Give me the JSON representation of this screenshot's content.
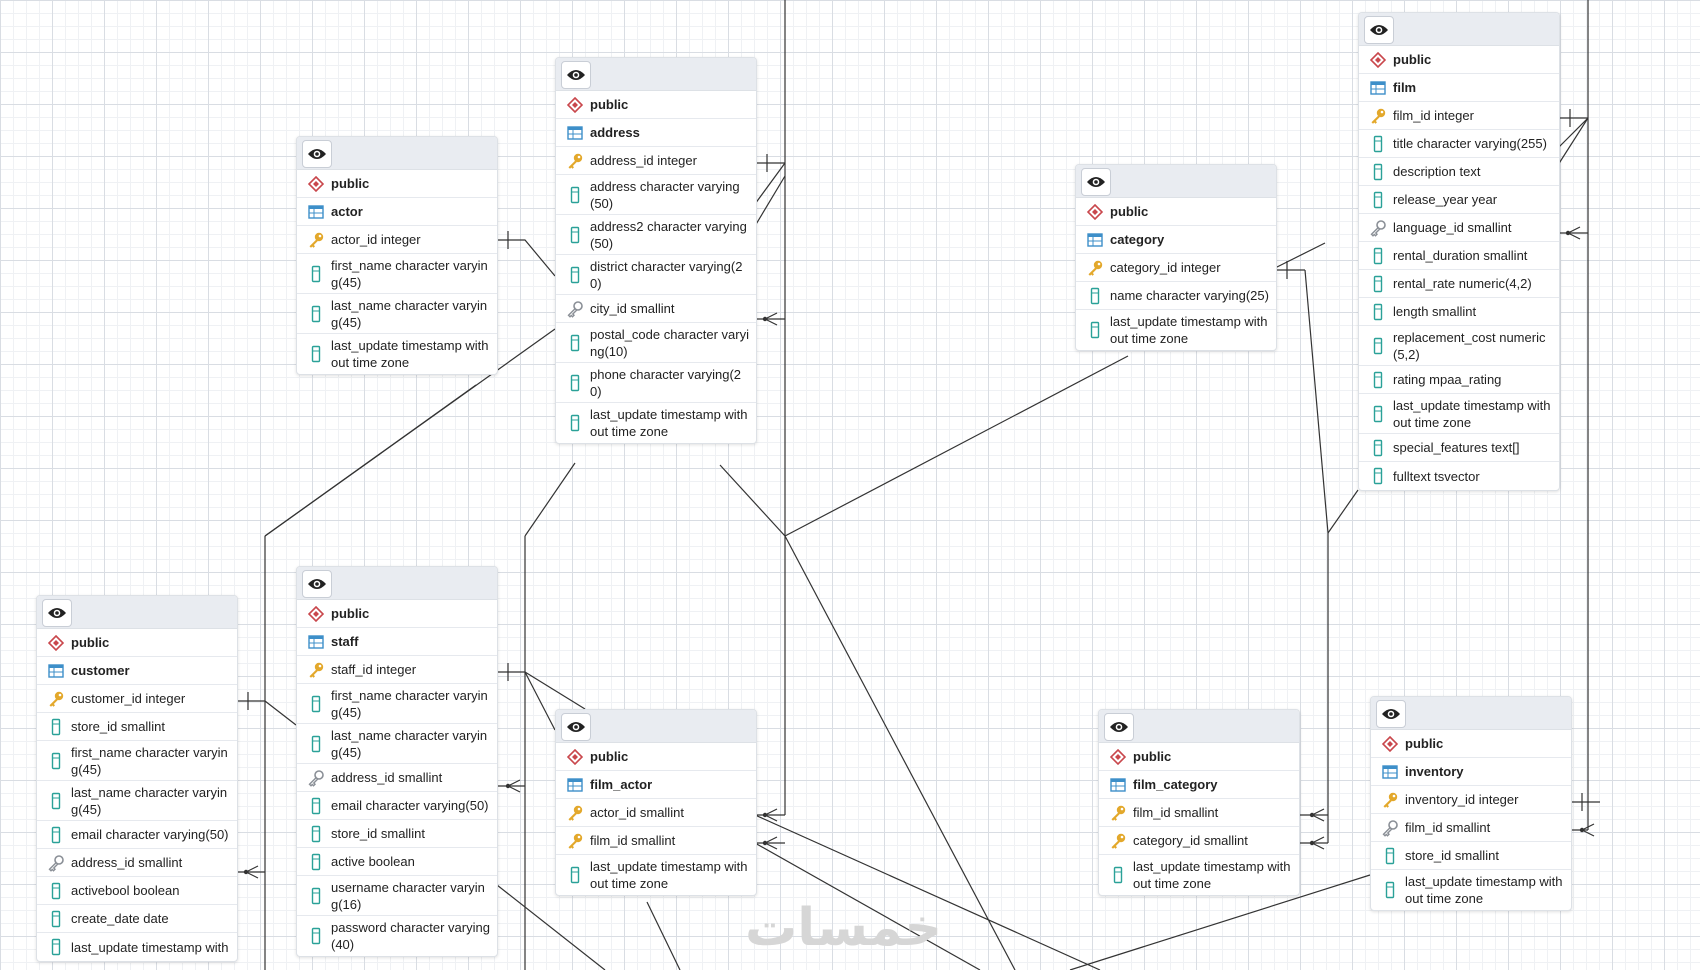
{
  "colors": {
    "line": "#333333",
    "schema": "#c9474c",
    "table": "#3d8fc9",
    "key": "#e3a82b",
    "fk": "#8a8f96",
    "column": "#2aa198"
  },
  "watermark": "خمسات",
  "tables": [
    {
      "id": "actor",
      "schema": "public",
      "name": "actor",
      "columns": [
        {
          "type": "pk",
          "text": "actor_id integer"
        },
        {
          "type": "col",
          "text": "first_name character varying(45)"
        },
        {
          "type": "col",
          "text": "last_name character varying(45)"
        },
        {
          "type": "col",
          "text": "last_update timestamp without time zone"
        }
      ]
    },
    {
      "id": "address",
      "schema": "public",
      "name": "address",
      "columns": [
        {
          "type": "pk",
          "text": "address_id integer"
        },
        {
          "type": "col",
          "text": "address character varying(50)"
        },
        {
          "type": "col",
          "text": "address2 character varying(50)"
        },
        {
          "type": "col",
          "text": "district character varying(20)"
        },
        {
          "type": "fk",
          "text": "city_id smallint"
        },
        {
          "type": "col",
          "text": "postal_code character varying(10)"
        },
        {
          "type": "col",
          "text": "phone character varying(20)"
        },
        {
          "type": "col",
          "text": "last_update timestamp without time zone"
        }
      ]
    },
    {
      "id": "category",
      "schema": "public",
      "name": "category",
      "columns": [
        {
          "type": "pk",
          "text": "category_id integer"
        },
        {
          "type": "col",
          "text": "name character varying(25)"
        },
        {
          "type": "col",
          "text": "last_update timestamp without time zone"
        }
      ]
    },
    {
      "id": "film",
      "schema": "public",
      "name": "film",
      "columns": [
        {
          "type": "pk",
          "text": "film_id integer"
        },
        {
          "type": "col",
          "text": "title character varying(255)"
        },
        {
          "type": "col",
          "text": "description text"
        },
        {
          "type": "col",
          "text": "release_year year"
        },
        {
          "type": "fk",
          "text": "language_id smallint"
        },
        {
          "type": "col",
          "text": "rental_duration smallint"
        },
        {
          "type": "col",
          "text": "rental_rate numeric(4,2)"
        },
        {
          "type": "col",
          "text": "length smallint"
        },
        {
          "type": "col",
          "text": "replacement_cost numeric(5,2)"
        },
        {
          "type": "col",
          "text": "rating mpaa_rating"
        },
        {
          "type": "col",
          "text": "last_update timestamp without time zone"
        },
        {
          "type": "col",
          "text": "special_features text[]"
        },
        {
          "type": "col",
          "text": "fulltext tsvector"
        }
      ]
    },
    {
      "id": "customer",
      "schema": "public",
      "name": "customer",
      "columns": [
        {
          "type": "pk",
          "text": "customer_id integer"
        },
        {
          "type": "col",
          "text": "store_id smallint"
        },
        {
          "type": "col",
          "text": "first_name character varying(45)"
        },
        {
          "type": "col",
          "text": "last_name character varying(45)"
        },
        {
          "type": "col",
          "text": "email character varying(50)"
        },
        {
          "type": "fk",
          "text": "address_id smallint"
        },
        {
          "type": "col",
          "text": "activebool boolean"
        },
        {
          "type": "col",
          "text": "create_date date"
        },
        {
          "type": "col",
          "text": "last_update timestamp with"
        }
      ]
    },
    {
      "id": "staff",
      "schema": "public",
      "name": "staff",
      "columns": [
        {
          "type": "pk",
          "text": "staff_id integer"
        },
        {
          "type": "col",
          "text": "first_name character varying(45)"
        },
        {
          "type": "col",
          "text": "last_name character varying(45)"
        },
        {
          "type": "fk",
          "text": "address_id smallint"
        },
        {
          "type": "col",
          "text": "email character varying(50)"
        },
        {
          "type": "col",
          "text": "store_id smallint"
        },
        {
          "type": "col",
          "text": "active boolean"
        },
        {
          "type": "col",
          "text": "username character varying(16)"
        },
        {
          "type": "col",
          "text": "password character varying(40)"
        }
      ]
    },
    {
      "id": "film_actor",
      "schema": "public",
      "name": "film_actor",
      "columns": [
        {
          "type": "pk",
          "text": "actor_id smallint"
        },
        {
          "type": "pk",
          "text": "film_id smallint"
        },
        {
          "type": "col",
          "text": "last_update timestamp without time zone"
        }
      ]
    },
    {
      "id": "film_category",
      "schema": "public",
      "name": "film_category",
      "columns": [
        {
          "type": "pk",
          "text": "film_id smallint"
        },
        {
          "type": "pk",
          "text": "category_id smallint"
        },
        {
          "type": "col",
          "text": "last_update timestamp without time zone"
        }
      ]
    },
    {
      "id": "inventory",
      "schema": "public",
      "name": "inventory",
      "columns": [
        {
          "type": "pk",
          "text": "inventory_id integer"
        },
        {
          "type": "fk",
          "text": "film_id smallint"
        },
        {
          "type": "col",
          "text": "store_id smallint"
        },
        {
          "type": "col",
          "text": "last_update timestamp without time zone"
        }
      ]
    }
  ]
}
